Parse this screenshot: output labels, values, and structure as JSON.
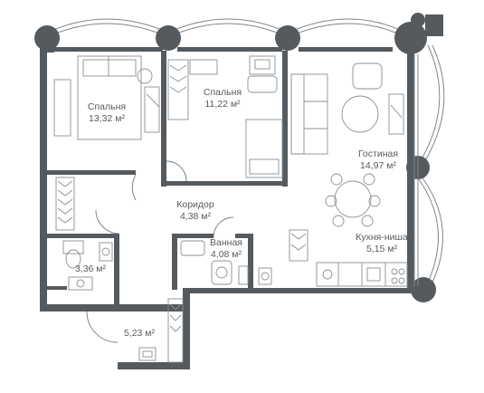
{
  "rooms": {
    "bedroom1": {
      "name": "Спальня",
      "area": "13,32 м²"
    },
    "bedroom2": {
      "name": "Спальня",
      "area": "11,22 м²"
    },
    "living": {
      "name": "Гостиная",
      "area": "14,97 м²"
    },
    "corridor": {
      "name": "Коридор",
      "area": "4,38 м²"
    },
    "bathroom": {
      "name": "Ванная",
      "area": "4,08 м²"
    },
    "kitchen": {
      "name": "Кухня-ниша",
      "area": "5,15 м²"
    },
    "wc": {
      "name": "",
      "area": "3,36 м²"
    },
    "hall": {
      "name": "",
      "area": "5,23 м²"
    }
  },
  "colors": {
    "wall": "#555a5f",
    "line": "#7f858a",
    "text": "#555a5f"
  }
}
